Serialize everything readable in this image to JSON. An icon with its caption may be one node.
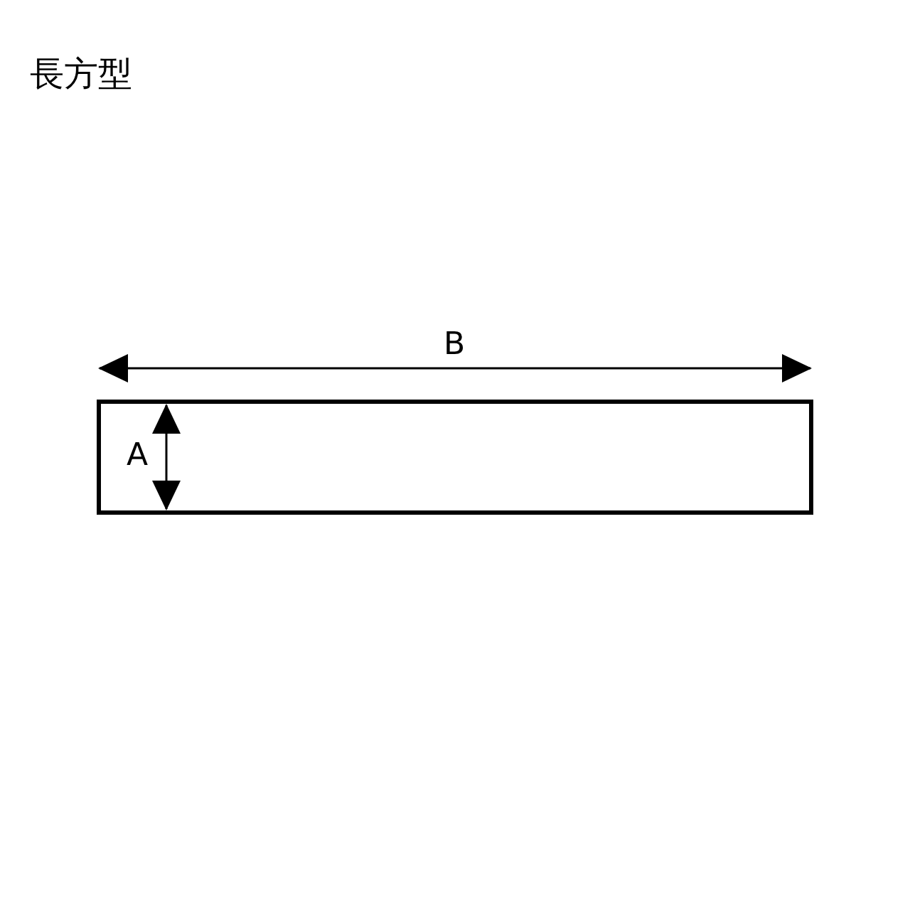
{
  "diagram": {
    "title": "長方型",
    "labels": [
      "B",
      "A"
    ]
  }
}
